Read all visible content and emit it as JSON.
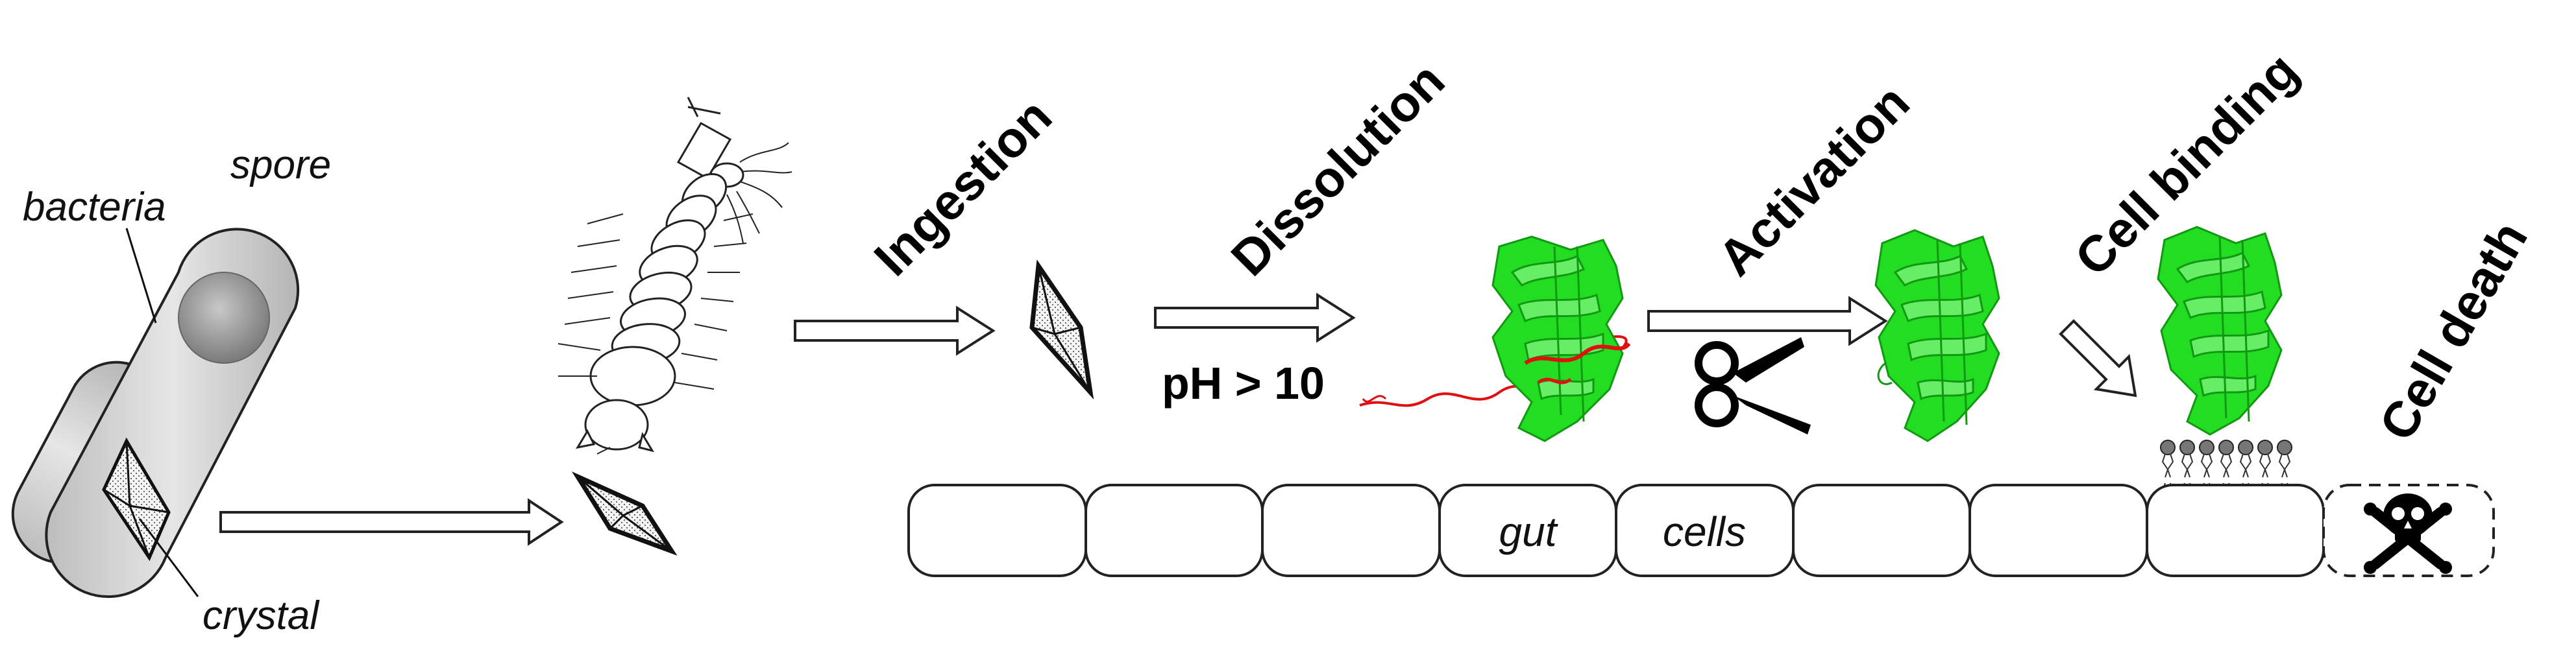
{
  "labels": {
    "bacteria": "bacteria",
    "spore": "spore",
    "crystal": "crystal",
    "ph": "pH > 10"
  },
  "steps": [
    {
      "id": "ingestion",
      "label": "Ingestion"
    },
    {
      "id": "dissolution",
      "label": "Dissolution"
    },
    {
      "id": "activation",
      "label": "Activation"
    },
    {
      "id": "cell-binding",
      "label": "Cell binding"
    },
    {
      "id": "cell-death",
      "label": "Cell death"
    }
  ],
  "gut_cells": [
    "",
    "",
    "",
    "gut",
    "cells",
    "",
    "",
    ""
  ],
  "icons": {
    "scissors": "scissors-icon",
    "skull": "skull-crossbones-icon",
    "membrane": "lipid-bilayer-icon"
  },
  "colors": {
    "protein": "#22dd22",
    "protein_dark": "#119911",
    "propeptide": "#e01010",
    "bacteria_fill": "#d9d9d9",
    "spore_fill": "#9a9a9a"
  }
}
